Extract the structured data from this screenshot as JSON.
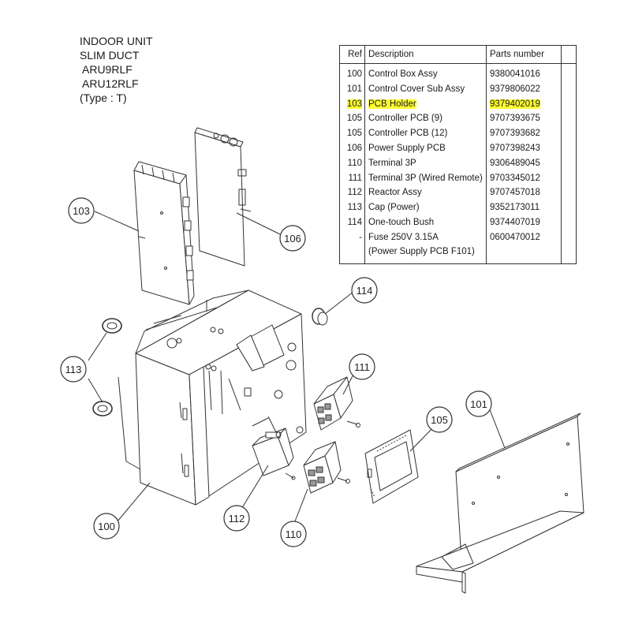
{
  "header": {
    "lines": [
      "INDOOR UNIT",
      "SLIM DUCT",
      "ARU9RLF",
      "ARU12RLF",
      "(Type : T)"
    ]
  },
  "parts_table": {
    "columns": [
      "Ref",
      "Description",
      "Parts number"
    ],
    "rows": [
      {
        "ref": "100",
        "desc": "Control Box Assy",
        "desc2": "",
        "pn": "9380041016",
        "highlight": false
      },
      {
        "ref": "101",
        "desc": "Control Cover Sub Assy",
        "desc2": "",
        "pn": "9379806022",
        "highlight": false
      },
      {
        "ref": "103",
        "desc": "PCB Holder",
        "desc2": "",
        "pn": "9379402019",
        "highlight": true
      },
      {
        "ref": "105",
        "desc": "Controller PCB (9)",
        "desc2": "",
        "pn": "9707393675",
        "highlight": false
      },
      {
        "ref": "105",
        "desc": "Controller PCB (12)",
        "desc2": "",
        "pn": "9707393682",
        "highlight": false
      },
      {
        "ref": "106",
        "desc": "Power Supply PCB",
        "desc2": "",
        "pn": "9707398243",
        "highlight": false
      },
      {
        "ref": "110",
        "desc": "Terminal 3P",
        "desc2": "",
        "pn": "9306489045",
        "highlight": false
      },
      {
        "ref": "111",
        "desc": "Terminal 3P (Wired Remote)",
        "desc2": "",
        "pn": "9703345012",
        "highlight": false
      },
      {
        "ref": "112",
        "desc": "Reactor Assy",
        "desc2": "",
        "pn": "9707457018",
        "highlight": false
      },
      {
        "ref": "113",
        "desc": "Cap (Power)",
        "desc2": "",
        "pn": "9352173011",
        "highlight": false
      },
      {
        "ref": "114",
        "desc": "One-touch Bush",
        "desc2": "",
        "pn": "9374407019",
        "highlight": false
      },
      {
        "ref": "-",
        "desc": "Fuse 250V 3.15A",
        "desc2": "(Power Supply PCB F101)",
        "pn": "0600470012",
        "highlight": false
      }
    ]
  },
  "callouts": {
    "c100": "100",
    "c101": "101",
    "c103": "103",
    "c105": "105",
    "c106": "106",
    "c110": "110",
    "c111": "111",
    "c112": "112",
    "c113": "113",
    "c114": "114"
  },
  "colors": {
    "highlight": "#ffff33",
    "line": "#333333"
  }
}
